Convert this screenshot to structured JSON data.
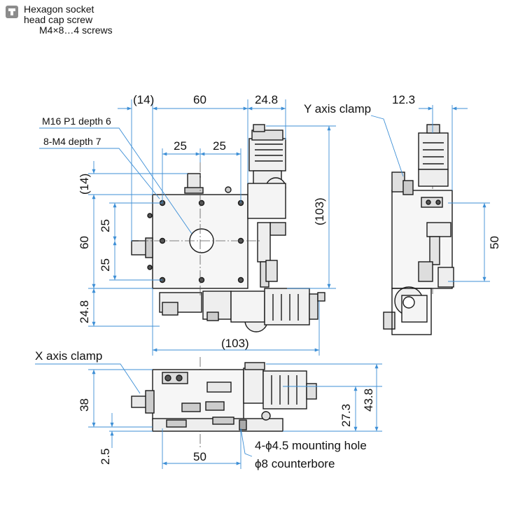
{
  "legend": {
    "icon": "hex-socket-screw-icon",
    "line1": "Hexagon socket",
    "line2": "head cap screw",
    "line3": "M4×8…4 screws"
  },
  "labels": {
    "m16": "M16 P1 depth 6",
    "m4": "8-M4 depth 7",
    "y_clamp": "Y axis clamp",
    "x_clamp": "X axis clamp",
    "mounting_hole": "4-ϕ4.5 mounting hole",
    "counterbore": "ϕ8 counterbore"
  },
  "dims": {
    "top_14": "(14)",
    "top_60": "60",
    "top_24_8": "24.8",
    "h25_a": "25",
    "h25_b": "25",
    "left_14": "(14)",
    "left_25_a": "25",
    "left_60": "60",
    "left_25_b": "25",
    "left_24_8": "24.8",
    "right_103": "(103)",
    "bottom_103": "(103)",
    "side_12_3": "12.3",
    "side_50": "50",
    "front_38": "38",
    "front_2_5": "2.5",
    "front_50": "50",
    "front_27_3": "27.3",
    "front_43_8": "43.8"
  },
  "colors": {
    "line": "#1a1a1a",
    "dimension_line": "#3d8fd6",
    "fill_light": "#e8e8e8",
    "fill_dark": "#555555"
  }
}
